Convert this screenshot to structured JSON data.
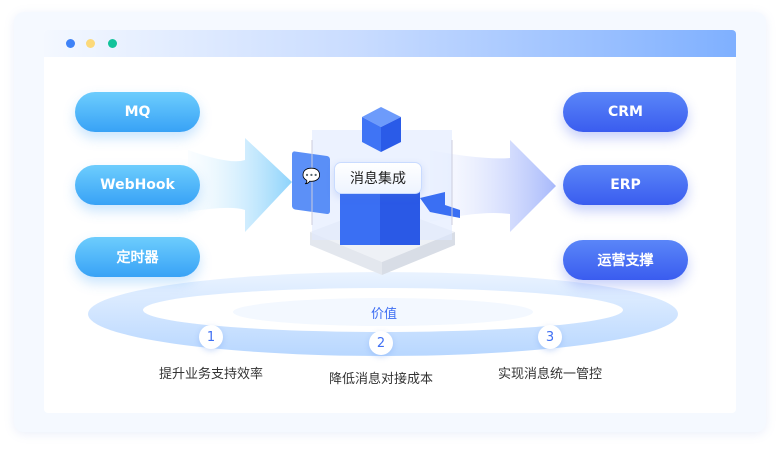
{
  "window": {
    "dots": [
      "#3f82f7",
      "#fcd97a",
      "#12c39b"
    ]
  },
  "sources": [
    "MQ",
    "WebHook",
    "定时器"
  ],
  "targets": [
    "CRM",
    "ERP",
    "运营支撑"
  ],
  "center": {
    "label": "消息集成"
  },
  "value": {
    "title": "价值",
    "items": [
      {
        "num": "1",
        "text": "提升业务支持效率"
      },
      {
        "num": "2",
        "text": "降低消息对接成本"
      },
      {
        "num": "3",
        "text": "实现消息统一管控"
      }
    ]
  }
}
